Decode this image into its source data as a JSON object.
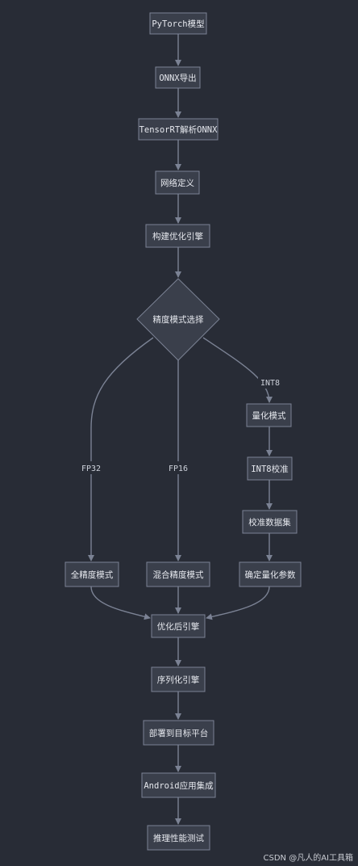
{
  "nodes": {
    "pytorch": "PyTorch模型",
    "onnx_export": "ONNX导出",
    "trt_parse": "TensorRT解析ONNX",
    "net_def": "网络定义",
    "build_engine": "构建优化引擎",
    "precision": "精度模式选择",
    "quant_mode": "量化模式",
    "int8_calib": "INT8校准",
    "calib_dataset": "校准数据集",
    "full_precision": "全精度模式",
    "mixed_precision": "混合精度模式",
    "quant_params": "确定量化参数",
    "optimized_engine": "优化后引擎",
    "serialize": "序列化引擎",
    "deploy": "部署到目标平台",
    "android": "Android应用集成",
    "inference_test": "推理性能测试"
  },
  "edge_labels": {
    "fp32": "FP32",
    "fp16": "FP16",
    "int8": "INT8"
  },
  "watermark": "CSDN @凡人的AI工具箱"
}
